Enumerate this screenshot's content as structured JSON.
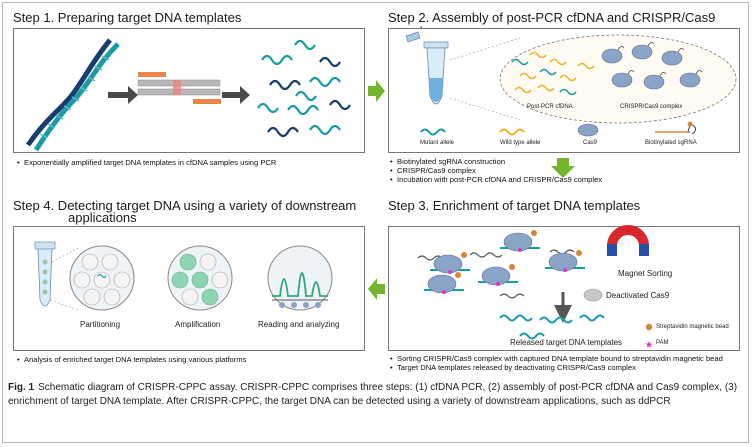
{
  "steps": {
    "s1": {
      "title": "Step 1. Preparing target DNA templates",
      "bullets": [
        "Exponentially amplified target DNA templates in cfDNA samples using PCR"
      ]
    },
    "s2": {
      "title": "Step 2. Assembly of post-PCR cfDNA and CRISPR/Cas9 complex",
      "labels": {
        "postpcr": "Post-PCR cfDNA",
        "complex": "CRISPR/Cas9 complex",
        "mutant": "Mutant allele",
        "wildtype": "Wild type allele",
        "cas9": "Cas9",
        "sgrna": "Biotinylated sgRNA"
      },
      "bullets": [
        "Biotinylated sgRNA construction",
        "CRISPR/Cas9 complex",
        "Incubation with post-PCR cfDNA and CRISPR/Cas9 complex"
      ]
    },
    "s3": {
      "title": "Step 3. Enrichment of target DNA templates",
      "labels": {
        "magnet": "Magnet Sorting",
        "deactivated": "Deactivated Cas9",
        "released": "Released target DNA templates",
        "bead": "Streptavidin magnetic bead",
        "pam": "PAM"
      },
      "bullets": [
        "Sorting CRISPR/Cas9 complex with captured DNA template bound to streptavidin magnetic bead",
        "Target DNA templates released by deactivating CRISPR/Cas9 complex"
      ]
    },
    "s4": {
      "title_line1": "Step 4.  Detecting target DNA using a variety of downstream",
      "title_line2": "applications",
      "labels": {
        "partitioning": "Partitioning",
        "amplification": "Amplification",
        "reading": "Reading and analyzing"
      },
      "bullets": [
        "Analysis of enriched target DNA templates using various platforms"
      ]
    }
  },
  "caption": {
    "label": "Fig. 1",
    "text": "Schematic diagram of CRISPR-CPPC assay. CRISPR-CPPC comprises three steps: (1) cfDNA PCR, (2) assembly of post-PCR cfDNA and Cas9 complex, (3) enrichment of target DNA template. After CRISPR-CPPC, the target DNA can be detected using a variety of downstream applications, such as ddPCR"
  },
  "colors": {
    "arrow_green": "#74b52e",
    "dna_teal": "#1a9ca6",
    "dna_dark": "#173c6e",
    "primer_orange": "#e8864a",
    "cas9_blue": "#8aa4c8",
    "wildtype_yellow": "#f0b030",
    "bead_orange": "#d4853a",
    "pam_magenta": "#d838c8",
    "magnet_red": "#d8282e",
    "magnet_blue": "#2850a8"
  },
  "icons": [
    "dna-helix-icon",
    "pcr-strands-icon",
    "tube-icon",
    "cas9-icon",
    "sgrna-icon",
    "magnet-icon",
    "bead-icon",
    "pam-icon",
    "droplet-well-icon",
    "chromatogram-icon"
  ]
}
